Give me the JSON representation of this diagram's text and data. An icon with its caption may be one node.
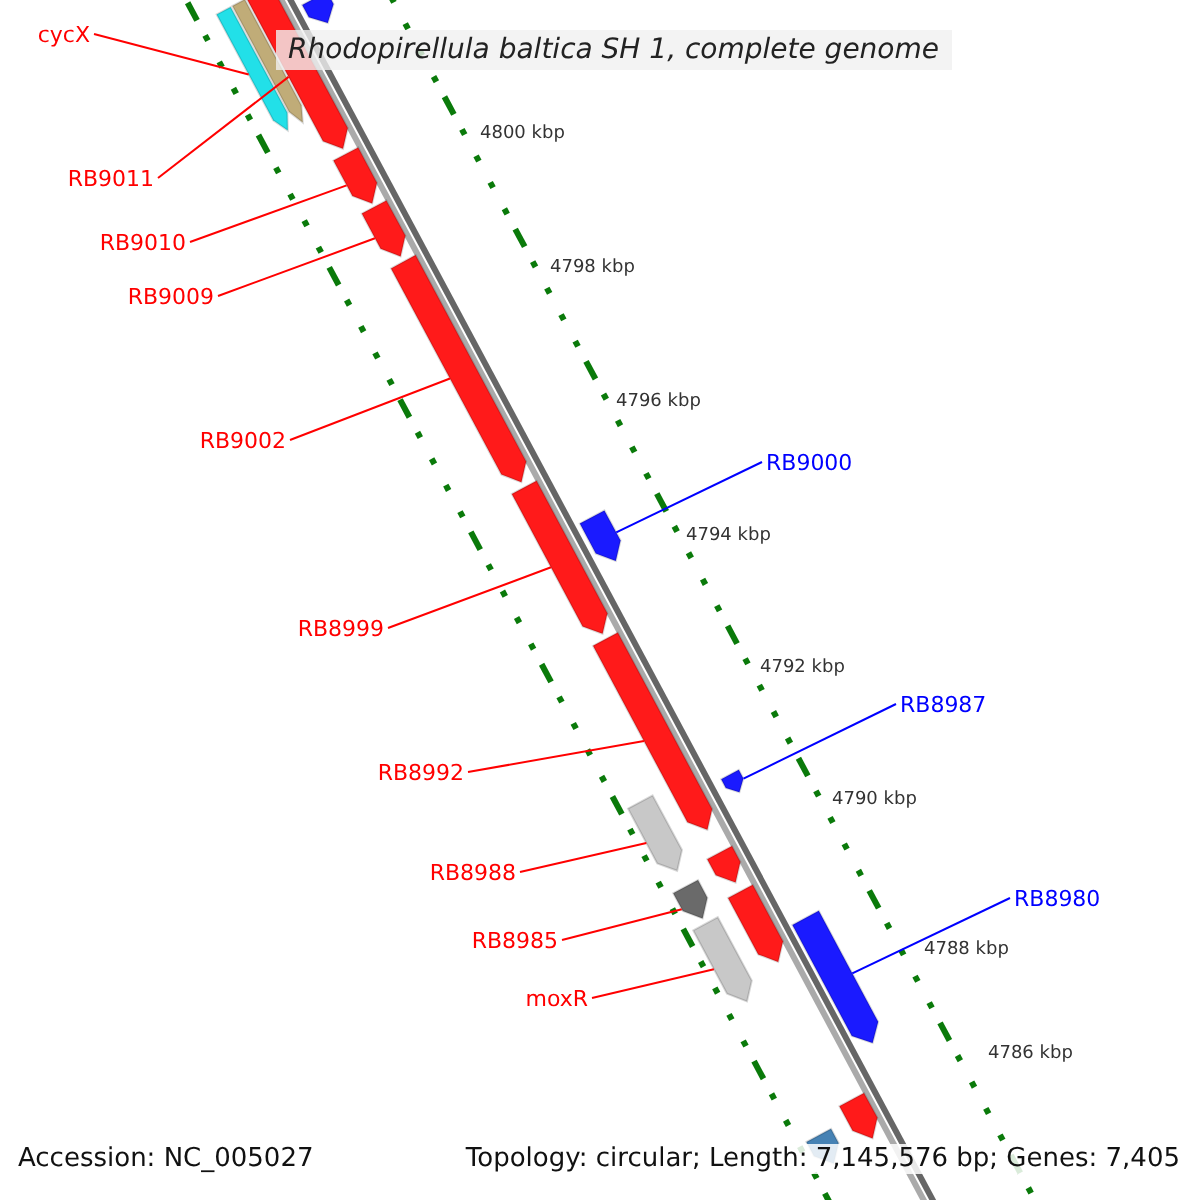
{
  "diagram": {
    "title": "Rhodopirellula baltica SH 1, complete genome",
    "nodes": [
      {
        "text": [
          "cycX"
        ]
      },
      {
        "text": [
          "RB9011"
        ]
      },
      {
        "text": [
          "RB9010"
        ]
      },
      {
        "text": [
          "RB9009"
        ]
      },
      {
        "text": [
          "RB9002"
        ]
      },
      {
        "text": [
          "RB9000"
        ]
      },
      {
        "text": [
          "RB8999"
        ]
      },
      {
        "text": [
          "RB8987"
        ]
      },
      {
        "text": [
          "RB8992"
        ]
      },
      {
        "text": [
          "RB8988"
        ]
      },
      {
        "text": [
          "RB8980"
        ]
      },
      {
        "text": [
          "RB8985"
        ]
      },
      {
        "text": [
          "moxR"
        ]
      },
      {
        "text": [],
        "shape": "bar"
      },
      {
        "text": [],
        "shape": "bar"
      },
      {
        "text": [],
        "shape": "bar"
      },
      {
        "text": [],
        "shape": "bar"
      },
      {
        "text": [],
        "shape": "bar"
      },
      {
        "text": [],
        "shape": "bar"
      },
      {
        "text": [],
        "shape": "bar"
      },
      {
        "text": [],
        "shape": "bar"
      },
      {
        "text": [],
        "shape": "bar"
      },
      {
        "text": [],
        "shape": "bar"
      },
      {
        "text": [],
        "shape": "bar"
      },
      {
        "text": [],
        "shape": "bar"
      },
      {
        "text": [],
        "shape": "bar"
      },
      {
        "text": [],
        "shape": "bar"
      },
      {
        "text": [],
        "shape": "bar"
      },
      {
        "text": [],
        "shape": "bar"
      },
      {
        "text": [],
        "shape": "bar"
      },
      {
        "text": [],
        "shape": "bar"
      },
      {
        "text": [],
        "shape": "bar"
      }
    ],
    "edges": [
      {
        "from": 0,
        "to": 13,
        "arrow": "none"
      },
      {
        "from": 1,
        "to": 14,
        "arrow": "none"
      },
      {
        "from": 2,
        "to": 15,
        "arrow": "none"
      },
      {
        "from": 3,
        "to": 16,
        "arrow": "none"
      },
      {
        "from": 4,
        "to": 17,
        "arrow": "none"
      },
      {
        "from": 5,
        "to": 18,
        "arrow": "none",
        "color": "#0000ff"
      },
      {
        "from": 6,
        "to": 19,
        "arrow": "none"
      },
      {
        "from": 7,
        "to": 20,
        "arrow": "none",
        "color": "#0000ff"
      },
      {
        "from": 8,
        "to": 21,
        "arrow": "none"
      },
      {
        "from": 9,
        "to": 22,
        "arrow": "none"
      },
      {
        "from": 10,
        "to": 23,
        "arrow": "none",
        "color": "#0000ff"
      },
      {
        "from": 11,
        "to": 24,
        "arrow": "none"
      },
      {
        "from": 12,
        "to": 25,
        "arrow": "none"
      }
    ],
    "labels": [
      "4800 kbp",
      "4798 kbp",
      "4796 kbp",
      "4794 kbp",
      "4792 kbp",
      "4790 kbp",
      "4788 kbp",
      "4786 kbp",
      "Accession: NC_005027",
      "Topology: circular; Length: 7,145,576 bp; Genes: 7,405"
    ]
  }
}
